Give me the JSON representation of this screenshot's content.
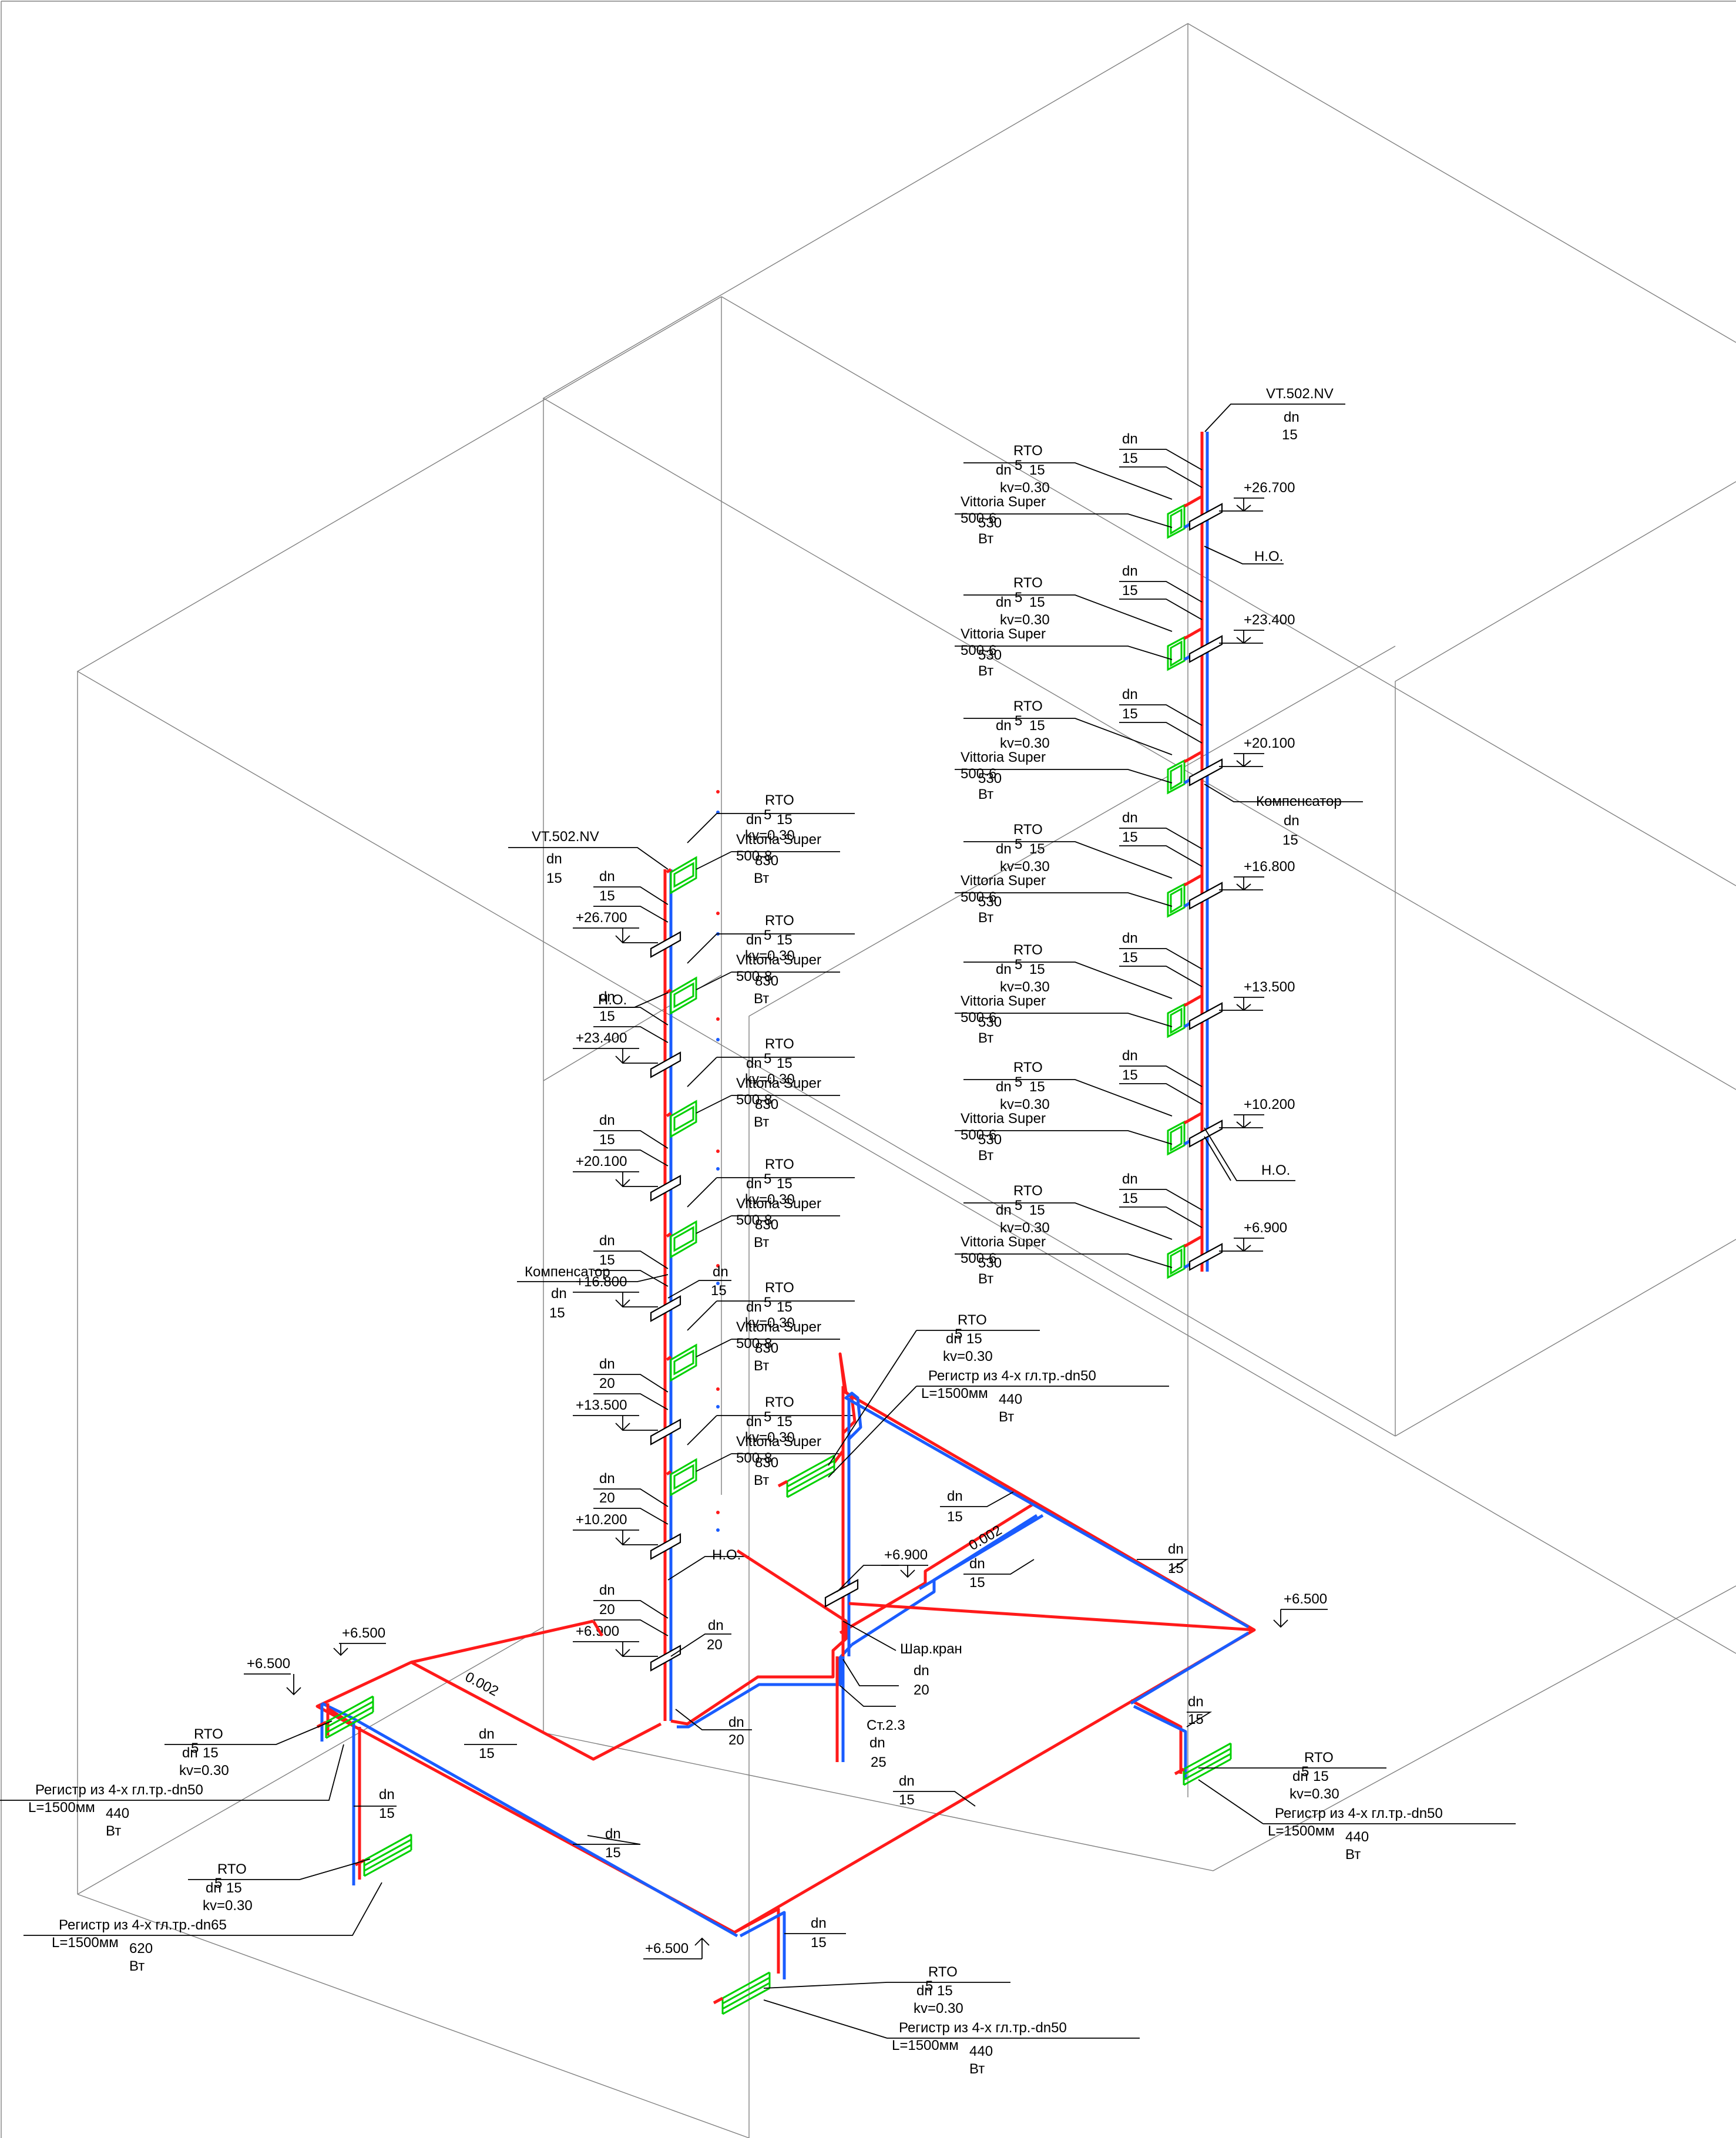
{
  "colors": {
    "supply": "#ff1a1a",
    "return": "#1a5cff",
    "heater": "#00d000",
    "frame": "#808080",
    "text": "#000000"
  },
  "riser_right": {
    "name": "VT.502.NV",
    "dn_label": "dn",
    "dn_value": "15",
    "floors": [
      {
        "level": "+26.700",
        "pipe_dn": "dn",
        "pipe_size": "15",
        "valve": "RTO",
        "valve_dn": "dn",
        "valve_size": "15",
        "fraction": "5",
        "kv": "kv=0.30",
        "heater": "Vittoria Super",
        "heater_size": "500-6",
        "power": "530",
        "unit": "Вт"
      },
      {
        "level": "+23.400",
        "pipe_dn": "dn",
        "pipe_size": "15",
        "valve": "RTO",
        "valve_dn": "dn",
        "valve_size": "15",
        "fraction": "5",
        "kv": "kv=0.30",
        "heater": "Vittoria Super",
        "heater_size": "500-6",
        "power": "530",
        "unit": "Вт"
      },
      {
        "level": "+20.100",
        "pipe_dn": "dn",
        "pipe_size": "15",
        "valve": "RTO",
        "valve_dn": "dn",
        "valve_size": "15",
        "fraction": "5",
        "kv": "kv=0.30",
        "heater": "Vittoria Super",
        "heater_size": "500-6",
        "power": "530",
        "unit": "Вт"
      },
      {
        "level": "+16.800",
        "pipe_dn": "dn",
        "pipe_size": "15",
        "valve": "RTO",
        "valve_dn": "dn",
        "valve_size": "15",
        "fraction": "5",
        "kv": "kv=0.30",
        "heater": "Vittoria Super",
        "heater_size": "500-6",
        "power": "530",
        "unit": "Вт"
      },
      {
        "level": "+13.500",
        "pipe_dn": "dn",
        "pipe_size": "15",
        "valve": "RTO",
        "valve_dn": "dn",
        "valve_size": "15",
        "fraction": "5",
        "kv": "kv=0.30",
        "heater": "Vittoria Super",
        "heater_size": "500-6",
        "power": "530",
        "unit": "Вт"
      },
      {
        "level": "+10.200",
        "pipe_dn": "dn",
        "pipe_size": "15",
        "valve": "RTO",
        "valve_dn": "dn",
        "valve_size": "15",
        "fraction": "5",
        "kv": "kv=0.30",
        "heater": "Vittoria Super",
        "heater_size": "500-6",
        "power": "530",
        "unit": "Вт"
      },
      {
        "level": "+6.900",
        "pipe_dn": "dn",
        "pipe_size": "15",
        "valve": "RTO",
        "valve_dn": "dn",
        "valve_size": "15",
        "fraction": "5",
        "kv": "kv=0.30",
        "heater": "Vittoria Super",
        "heater_size": "500-6",
        "power": "530",
        "unit": "Вт"
      }
    ],
    "no_top": "Н.О.",
    "no_bottom": "Н.О.",
    "compensator": {
      "label": "Компенсатор",
      "dn": "dn",
      "size": "15"
    }
  },
  "riser_left": {
    "name": "VT.502.NV",
    "dn_label": "dn",
    "dn_value": "15",
    "floors": [
      {
        "level": "+26.700",
        "pipe_dn": "dn",
        "pipe_size": "15",
        "valve": "RTO",
        "valve_dn": "dn",
        "valve_size": "15",
        "fraction": "5",
        "kv": "kv=0.30",
        "heater": "Vittoria Super",
        "heater_size": "500-8",
        "power": "830",
        "unit": "Вт"
      },
      {
        "level": "+23.400",
        "pipe_dn": "dn",
        "pipe_size": "15",
        "valve": "RTO",
        "valve_dn": "dn",
        "valve_size": "15",
        "fraction": "5",
        "kv": "kv=0.30",
        "heater": "Vittoria Super",
        "heater_size": "500-8",
        "power": "830",
        "unit": "Вт"
      },
      {
        "level": "+20.100",
        "pipe_dn": "dn",
        "pipe_size": "15",
        "valve": "RTO",
        "valve_dn": "dn",
        "valve_size": "15",
        "fraction": "5",
        "kv": "kv=0.30",
        "heater": "Vittoria Super",
        "heater_size": "500-8",
        "power": "830",
        "unit": "Вт"
      },
      {
        "level": "+16.800",
        "pipe_dn": "dn",
        "pipe_size": "15",
        "valve": "RTO",
        "valve_dn": "dn",
        "valve_size": "15",
        "fraction": "5",
        "kv": "kv=0.30",
        "heater": "Vittoria Super",
        "heater_size": "500-8",
        "power": "830",
        "unit": "Вт"
      },
      {
        "level": "+13.500",
        "pipe_dn": "dn",
        "pipe_size": "20",
        "valve": "RTO",
        "valve_dn": "dn",
        "valve_size": "15",
        "fraction": "5",
        "kv": "kv=0.30",
        "heater": "Vittoria Super",
        "heater_size": "500-8",
        "power": "830",
        "unit": "Вт"
      },
      {
        "level": "+10.200",
        "pipe_dn": "dn",
        "pipe_size": "20",
        "valve": "RTO",
        "valve_dn": "dn",
        "valve_size": "15",
        "fraction": "5",
        "kv": "kv=0.30",
        "heater": "Vittoria Super",
        "heater_size": "500-8",
        "power": "830",
        "unit": "Вт"
      },
      {
        "level": "+6.900",
        "pipe_dn": "dn",
        "pipe_size": "20",
        "valve": "",
        "valve_dn": "",
        "valve_size": "",
        "fraction": "",
        "kv": "",
        "heater": "",
        "heater_size": "",
        "power": "",
        "unit": ""
      }
    ],
    "no": "Н.О.",
    "compensator": {
      "label": "Компенсатор",
      "dn": "dn",
      "size": "15"
    },
    "extra_dn": {
      "dn": "dn",
      "size": "15"
    }
  },
  "main_piping": {
    "ball_valve": {
      "label": "Шар.кран",
      "dn": "dn",
      "size": "20"
    },
    "riser_in": {
      "label": "Ст.2.3",
      "dn": "dn",
      "size": "25"
    },
    "dn20": {
      "dn": "dn",
      "size": "20"
    },
    "branch_dn": "dn",
    "branch_size": "15",
    "slope_1": "0.002",
    "slope_2": "0.002",
    "levels": [
      "+6.900",
      "+6.500",
      "+6.500",
      "+6.500",
      "+6.500"
    ]
  },
  "registers": [
    {
      "valve": "RTO",
      "dn": "dn",
      "size": "15",
      "fraction": "5",
      "kv": "kv=0.30",
      "description": "Регистр из 4-х гл.тр.-dn50",
      "length": "L=1500мм",
      "power": "440",
      "unit": "Вт"
    },
    {
      "valve": "RTO",
      "dn": "dn",
      "size": "15",
      "fraction": "5",
      "kv": "kv=0.30",
      "description": "Регистр из 4-х гл.тр.-dn50",
      "length": "L=1500мм",
      "power": "440",
      "unit": "Вт"
    },
    {
      "valve": "RTO",
      "dn": "dn",
      "size": "15",
      "fraction": "5",
      "kv": "kv=0.30",
      "description": "Регистр из 4-х гл.тр.-dn65",
      "length": "L=1500мм",
      "power": "620",
      "unit": "Вт"
    },
    {
      "valve": "RTO",
      "dn": "dn",
      "size": "15",
      "fraction": "5",
      "kv": "kv=0.30",
      "description": "Регистр из 4-х гл.тр.-dn50",
      "length": "L=1500мм",
      "power": "440",
      "unit": "Вт"
    },
    {
      "valve": "RTO",
      "dn": "dn",
      "size": "15",
      "fraction": "5",
      "kv": "kv=0.30",
      "description": "Регистр из 4-х гл.тр.-dn50",
      "length": "L=1500мм",
      "power": "440",
      "unit": "Вт"
    }
  ]
}
